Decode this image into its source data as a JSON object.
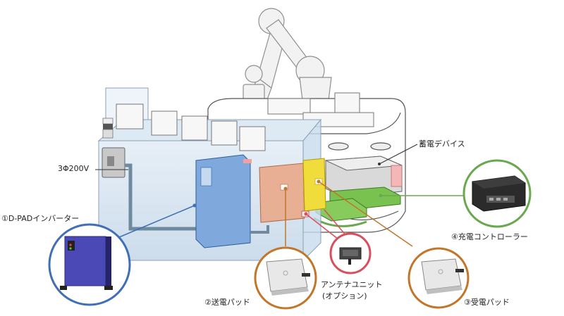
{
  "labels": {
    "input_voltage": "3Φ200V",
    "inverter": "①D-PADインバーター",
    "tx_pad": "②送電パッド",
    "antenna_line1": "アンテナユニット",
    "antenna_line2": "(オプション)",
    "rx_pad": "③受電パッド",
    "charge_controller": "④充電コントローラー",
    "storage_device": "蓄電デバイス"
  },
  "colors": {
    "inverter_ring": "#3f6fb5",
    "tx_pad_ring": "#c2762a",
    "antenna_ring": "#d94f5c",
    "rx_pad_ring": "#c2762a",
    "controller_ring": "#6aa84f",
    "inverter_body": "#7fa8dd",
    "tx_pad_body": "#e9a98a",
    "rx_pad_body": "#f0dc3a",
    "controller_body": "#79c24f",
    "glass": "#cfe0ee"
  },
  "icons": {
    "inverter_photo": "inverter-cabinet-icon",
    "tx_pad_photo": "pad-module-icon",
    "antenna_photo": "antenna-unit-icon",
    "rx_pad_photo": "pad-module-icon",
    "controller_photo": "controller-box-icon"
  }
}
